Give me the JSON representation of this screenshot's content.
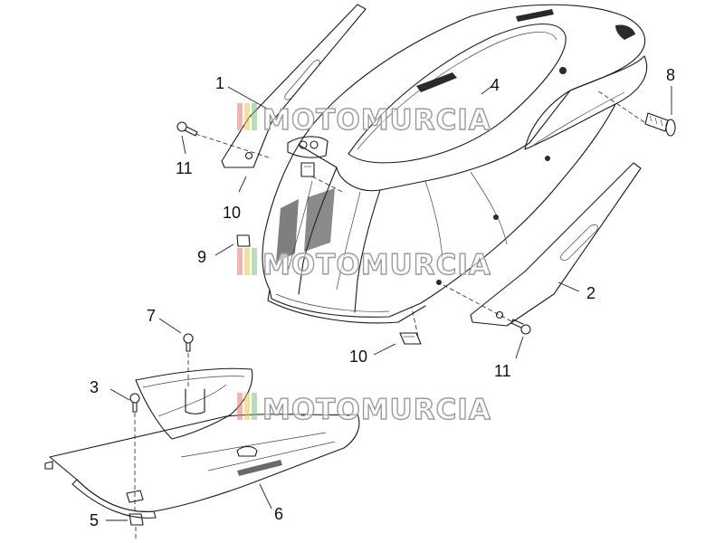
{
  "callouts": [
    {
      "id": "1",
      "label": "1"
    },
    {
      "id": "2",
      "label": "2"
    },
    {
      "id": "3",
      "label": "3"
    },
    {
      "id": "4",
      "label": "4"
    },
    {
      "id": "5",
      "label": "5"
    },
    {
      "id": "6",
      "label": "6"
    },
    {
      "id": "7",
      "label": "7"
    },
    {
      "id": "8",
      "label": "8"
    },
    {
      "id": "9",
      "label": "9"
    },
    {
      "id": "10a",
      "label": "10"
    },
    {
      "id": "10b",
      "label": "10"
    },
    {
      "id": "11a",
      "label": "11"
    },
    {
      "id": "11b",
      "label": "11"
    }
  ],
  "watermark": {
    "text": "MOTOMURCIA",
    "stripe_colors": [
      "#e07a6a",
      "#e8c64a",
      "#7cc47c"
    ]
  }
}
